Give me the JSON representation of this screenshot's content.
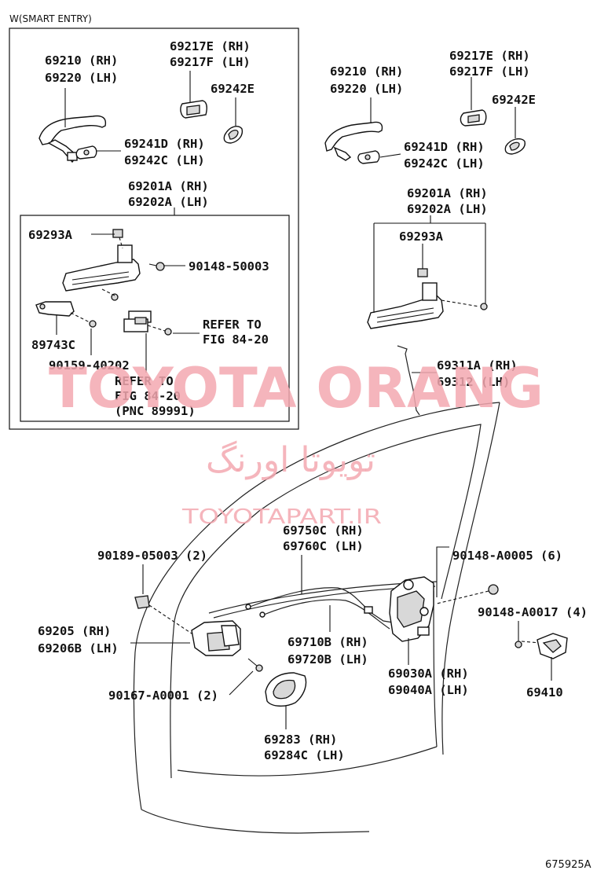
{
  "variant_label": "W(SMART ENTRY)",
  "drawing_number": "675925A",
  "watermark": {
    "latin": "TOYOTA ORANG",
    "arabic": "تویوتا اورنگ",
    "url": "TOYOTAPART.IR"
  },
  "smart_entry_box": {
    "handle": [
      "69210 (RH)",
      "69220 (LH)"
    ],
    "cap": [
      "69217E (RH)",
      "69217F (LH)"
    ],
    "pad": "69242E",
    "cover": [
      "69241D (RH)",
      "69242C (LH)"
    ],
    "frame": [
      "69201A (RH)",
      "69202A (LH)"
    ],
    "frame_parts": {
      "clip": "69293A",
      "bolt": "90148-50003",
      "bracket": "89743C",
      "screw": "90159-40202",
      "refer_a": [
        "REFER TO",
        "FIG 84-20"
      ],
      "refer_b": [
        "REFER TO",
        "FIG 84-20",
        "(PNC 89991)"
      ]
    }
  },
  "standard": {
    "handle": [
      "69210 (RH)",
      "69220 (LH)"
    ],
    "cap": [
      "69217E (RH)",
      "69217F (LH)"
    ],
    "pad": "69242E",
    "cover": [
      "69241D (RH)",
      "69242C (LH)"
    ],
    "frame": [
      "69201A (RH)",
      "69202A (LH)"
    ],
    "clip": "69293A",
    "rod": [
      "69311A (RH)",
      "69312 (LH)"
    ]
  },
  "door_parts": {
    "cable_a": [
      "69750C (RH)",
      "69760C (LH)"
    ],
    "cable_b": [
      "69710B (RH)",
      "69720B (LH)"
    ],
    "clip_screw": "90189-05003 (2)",
    "inside_handle": [
      "69205 (RH)",
      "69206B (LH)"
    ],
    "inside_screw": "90167-A0001 (2)",
    "bezel": [
      "69283 (RH)",
      "69284C (LH)"
    ],
    "lock_screw": "90148-A0005 (6)",
    "striker_screw": "90148-A0017 (4)",
    "lock": [
      "69030A (RH)",
      "69040A (LH)"
    ],
    "striker": "69410"
  }
}
